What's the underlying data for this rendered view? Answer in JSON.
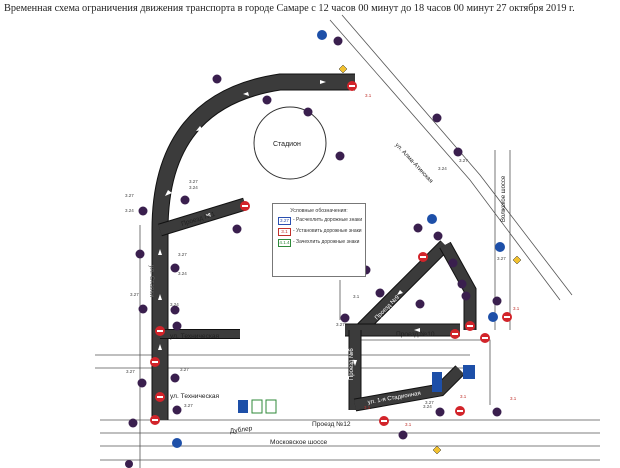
{
  "title": "Временная схема ограничения движения транспорта в городе Самаре с 12 часов 00 минут до 18 часов 00 минут 27 октября 2019 г.",
  "labels": {
    "stadium": "Стадион",
    "proezd1": "Проезд №1",
    "proezd6": "Проезд №6",
    "proezd9": "Проезд №9",
    "proezd10": "Проезд №10",
    "proezd12": "Проезд №12",
    "tekhnicheskaya_upper": "ул. Техническая",
    "tekhnicheskaya_lower": "ул. Техническая",
    "stadionnaya": "ул. 1-я Стадионная",
    "dubler": "Дублер",
    "moskovskoe": "Московское шоссе",
    "volzhskoe": "Волжское шоссе",
    "vertical_street": "ул. Ставки",
    "diag_street": "ул. Алма-Атинская"
  },
  "legend": {
    "heading": "Условные обозначения:",
    "items": [
      {
        "code": "3.27",
        "text": "- Расчехлить дорожные знаки",
        "color": "#2a4fb0"
      },
      {
        "code": "3.1",
        "text": "- Установить дорожные знаки",
        "color": "#c0302a"
      },
      {
        "code": "4.1.4",
        "text": "- Зачехлить дорожные знаки",
        "color": "#2f8a3a"
      }
    ]
  },
  "colors": {
    "road": "#3b3b3b",
    "road_edge": "#111111",
    "arrow": "#ffffff",
    "sign_red": "#d2242a",
    "sign_dark": "#3a1f4e",
    "sign_blue": "#1d4fa8",
    "sign_yellow": "#f2c12e"
  }
}
